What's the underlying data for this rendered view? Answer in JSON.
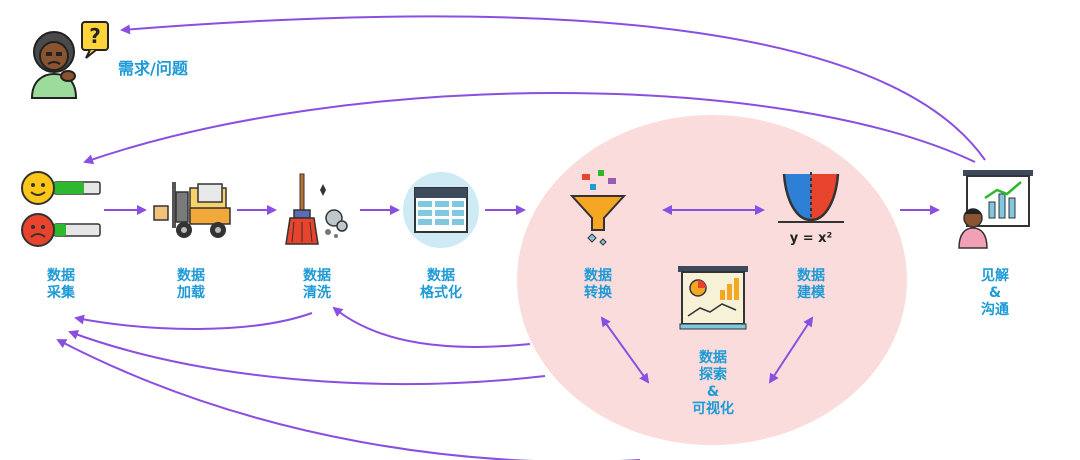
{
  "header": {
    "need_label": "需求/问题"
  },
  "nodes": {
    "collect": "数据\n采集",
    "load": "数据\n加载",
    "clean": "数据\n清洗",
    "format": "数据\n格式化",
    "transform": "数据\n转换",
    "model": "数据\n建模",
    "explore": "数据\n探索\n&\n可视化",
    "insight": "见解\n&\n沟通"
  },
  "formula": "y = x²",
  "colors": {
    "arrow": "#8a4fe0",
    "label": "#1e9ad6",
    "highlight": "#fbdcdc"
  }
}
